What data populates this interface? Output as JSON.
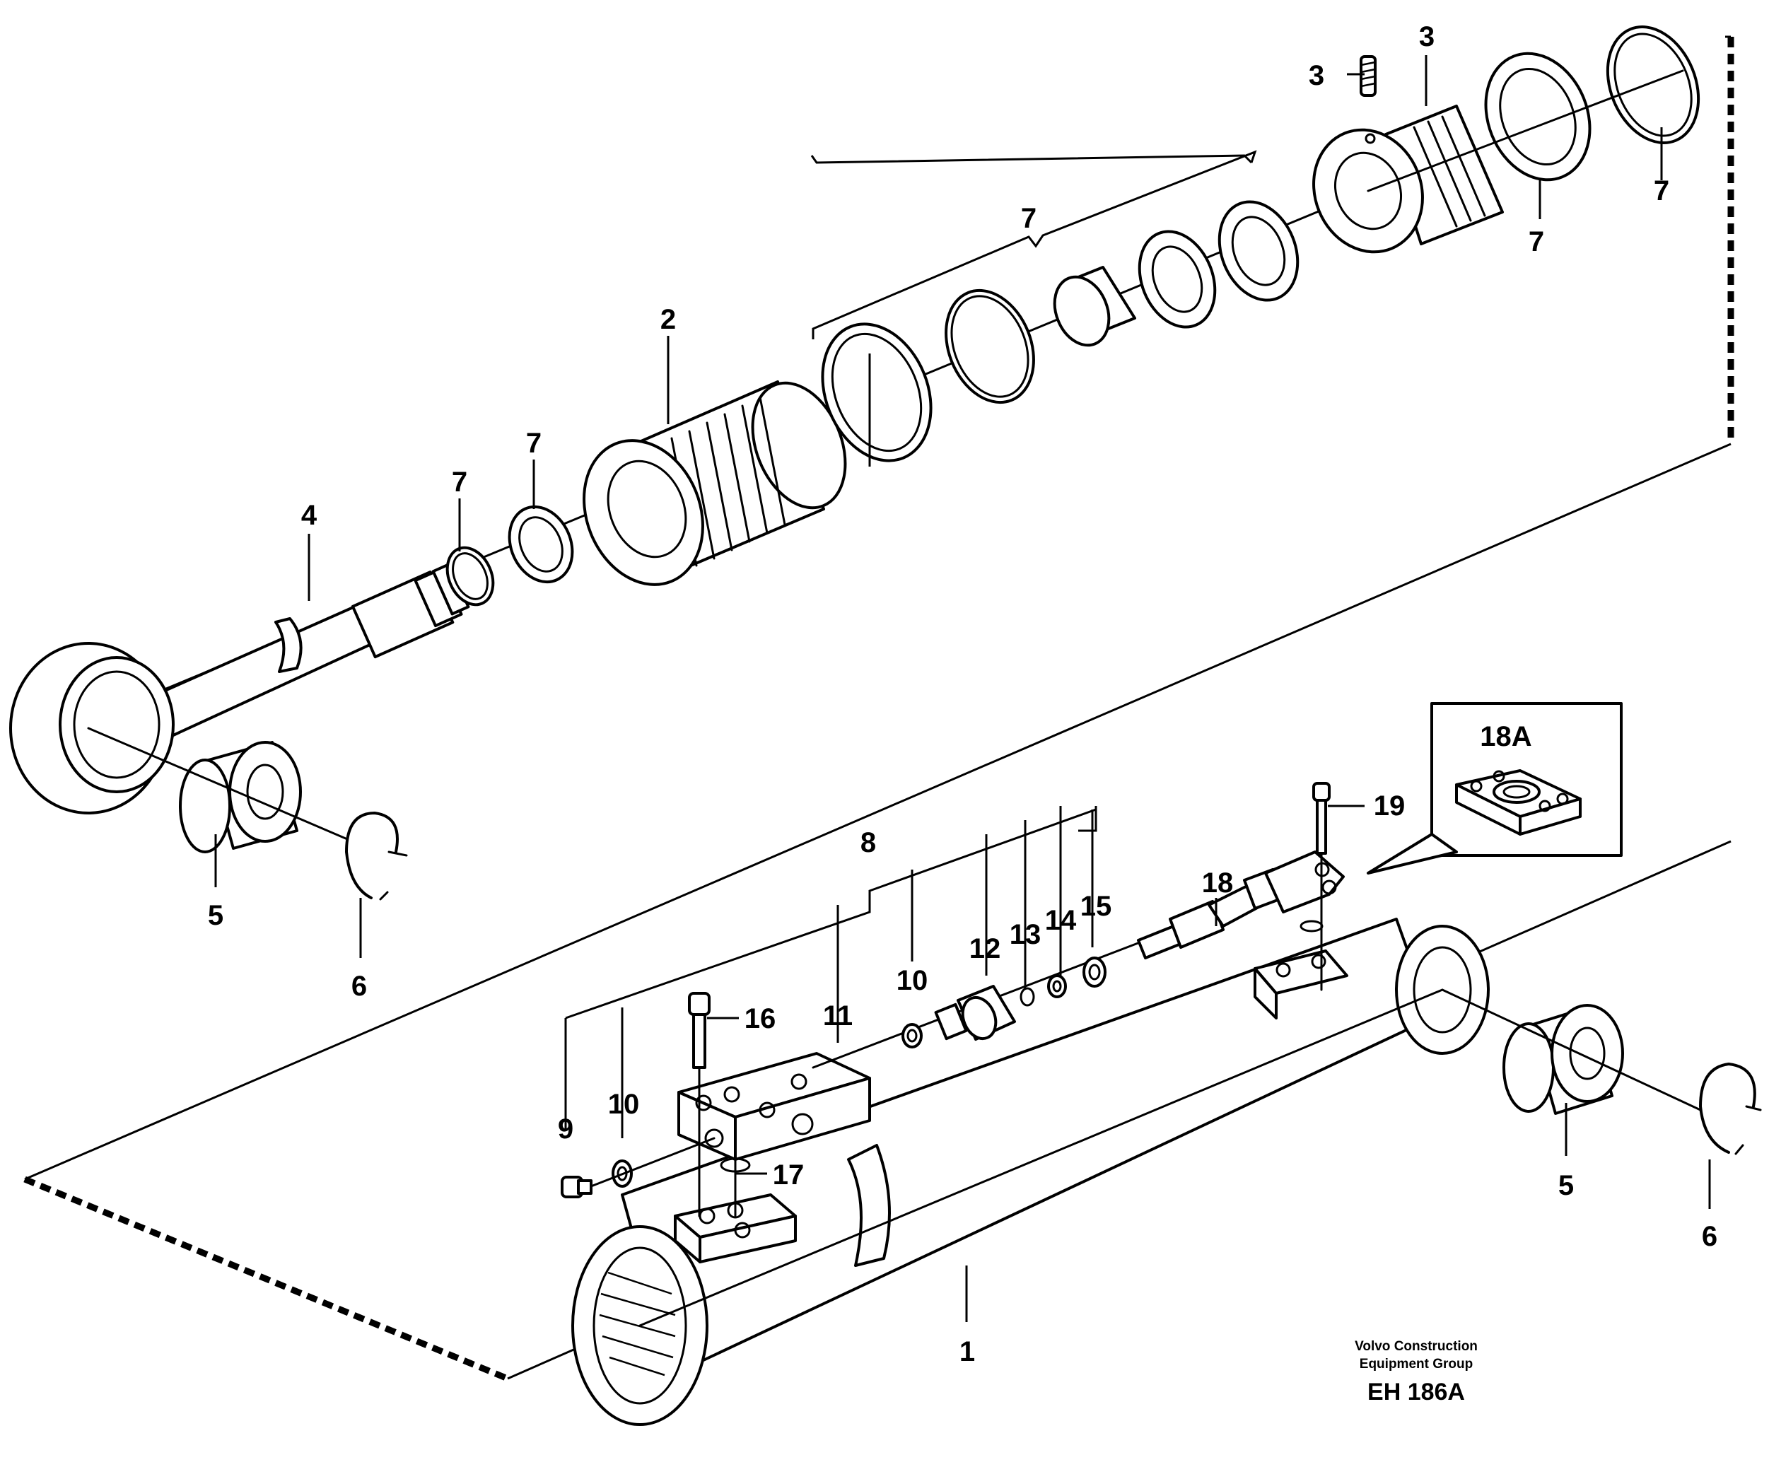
{
  "callouts": {
    "c1": "1",
    "c2": "2",
    "c3a": "3",
    "c3b": "3",
    "c4": "4",
    "c5a": "5",
    "c5b": "5",
    "c6a": "6",
    "c6b": "6",
    "c7a": "7",
    "c7b": "7",
    "c7c": "7",
    "c7d": "7",
    "c7e": "7",
    "c8": "8",
    "c9": "9",
    "c10a": "10",
    "c10b": "10",
    "c11": "11",
    "c12": "12",
    "c13": "13",
    "c14": "14",
    "c15": "15",
    "c16": "16",
    "c17": "17",
    "c18": "18",
    "c19": "19"
  },
  "detail": {
    "label": "18A"
  },
  "brand": {
    "line1": "Volvo Construction",
    "line2": "Equipment Group"
  },
  "drawing_code": "EH 186A"
}
